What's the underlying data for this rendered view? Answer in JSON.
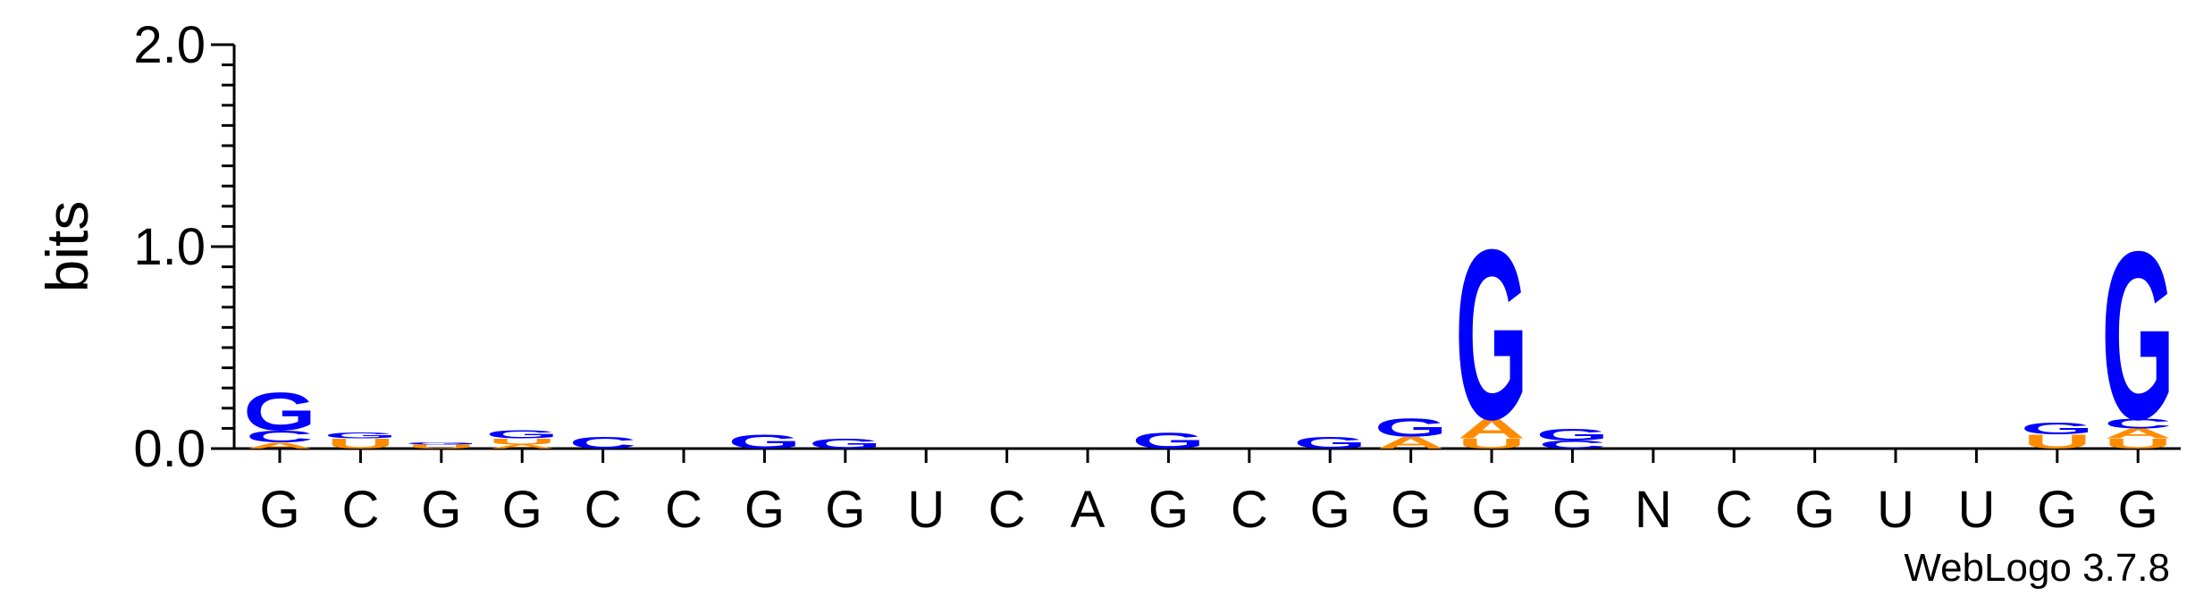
{
  "chart_data": {
    "type": "sequence-logo",
    "ylabel": "bits",
    "ylim": [
      0,
      2.0
    ],
    "yticks": [
      "0.0",
      "1.0",
      "2.0"
    ],
    "xlabels": [
      "G",
      "C",
      "G",
      "G",
      "C",
      "C",
      "G",
      "G",
      "U",
      "C",
      "A",
      "G",
      "C",
      "G",
      "G",
      "G",
      "G",
      "N",
      "C",
      "G",
      "U",
      "U",
      "G",
      "G"
    ],
    "colors": {
      "G": "#0000ff",
      "C": "#0000ff",
      "A": "#ff8c00",
      "U": "#ff8c00"
    },
    "positions": [
      [
        {
          "letter": "A",
          "bits": 0.03
        },
        {
          "letter": "C",
          "bits": 0.06
        },
        {
          "letter": "G",
          "bits": 0.19
        }
      ],
      [
        {
          "letter": "U",
          "bits": 0.05
        },
        {
          "letter": "G",
          "bits": 0.03
        }
      ],
      [
        {
          "letter": "U",
          "bits": 0.02
        },
        {
          "letter": "G",
          "bits": 0.01
        }
      ],
      [
        {
          "letter": "A",
          "bits": 0.02
        },
        {
          "letter": "U",
          "bits": 0.03
        },
        {
          "letter": "G",
          "bits": 0.04
        }
      ],
      [
        {
          "letter": "C",
          "bits": 0.06
        }
      ],
      [],
      [
        {
          "letter": "G",
          "bits": 0.07
        }
      ],
      [
        {
          "letter": "G",
          "bits": 0.05
        }
      ],
      [],
      [],
      [],
      [
        {
          "letter": "G",
          "bits": 0.08
        }
      ],
      [],
      [
        {
          "letter": "G",
          "bits": 0.06
        }
      ],
      [
        {
          "letter": "A",
          "bits": 0.06
        },
        {
          "letter": "G",
          "bits": 0.09
        }
      ],
      [
        {
          "letter": "U",
          "bits": 0.05
        },
        {
          "letter": "A",
          "bits": 0.1
        },
        {
          "letter": "G",
          "bits": 0.86
        }
      ],
      [
        {
          "letter": "C",
          "bits": 0.04
        },
        {
          "letter": "G",
          "bits": 0.06
        }
      ],
      [],
      [],
      [],
      [],
      [],
      [
        {
          "letter": "U",
          "bits": 0.07
        },
        {
          "letter": "G",
          "bits": 0.06
        }
      ],
      [
        {
          "letter": "U",
          "bits": 0.05
        },
        {
          "letter": "A",
          "bits": 0.05
        },
        {
          "letter": "C",
          "bits": 0.05
        },
        {
          "letter": "G",
          "bits": 0.85
        }
      ]
    ]
  },
  "credit": "WebLogo 3.7.8"
}
